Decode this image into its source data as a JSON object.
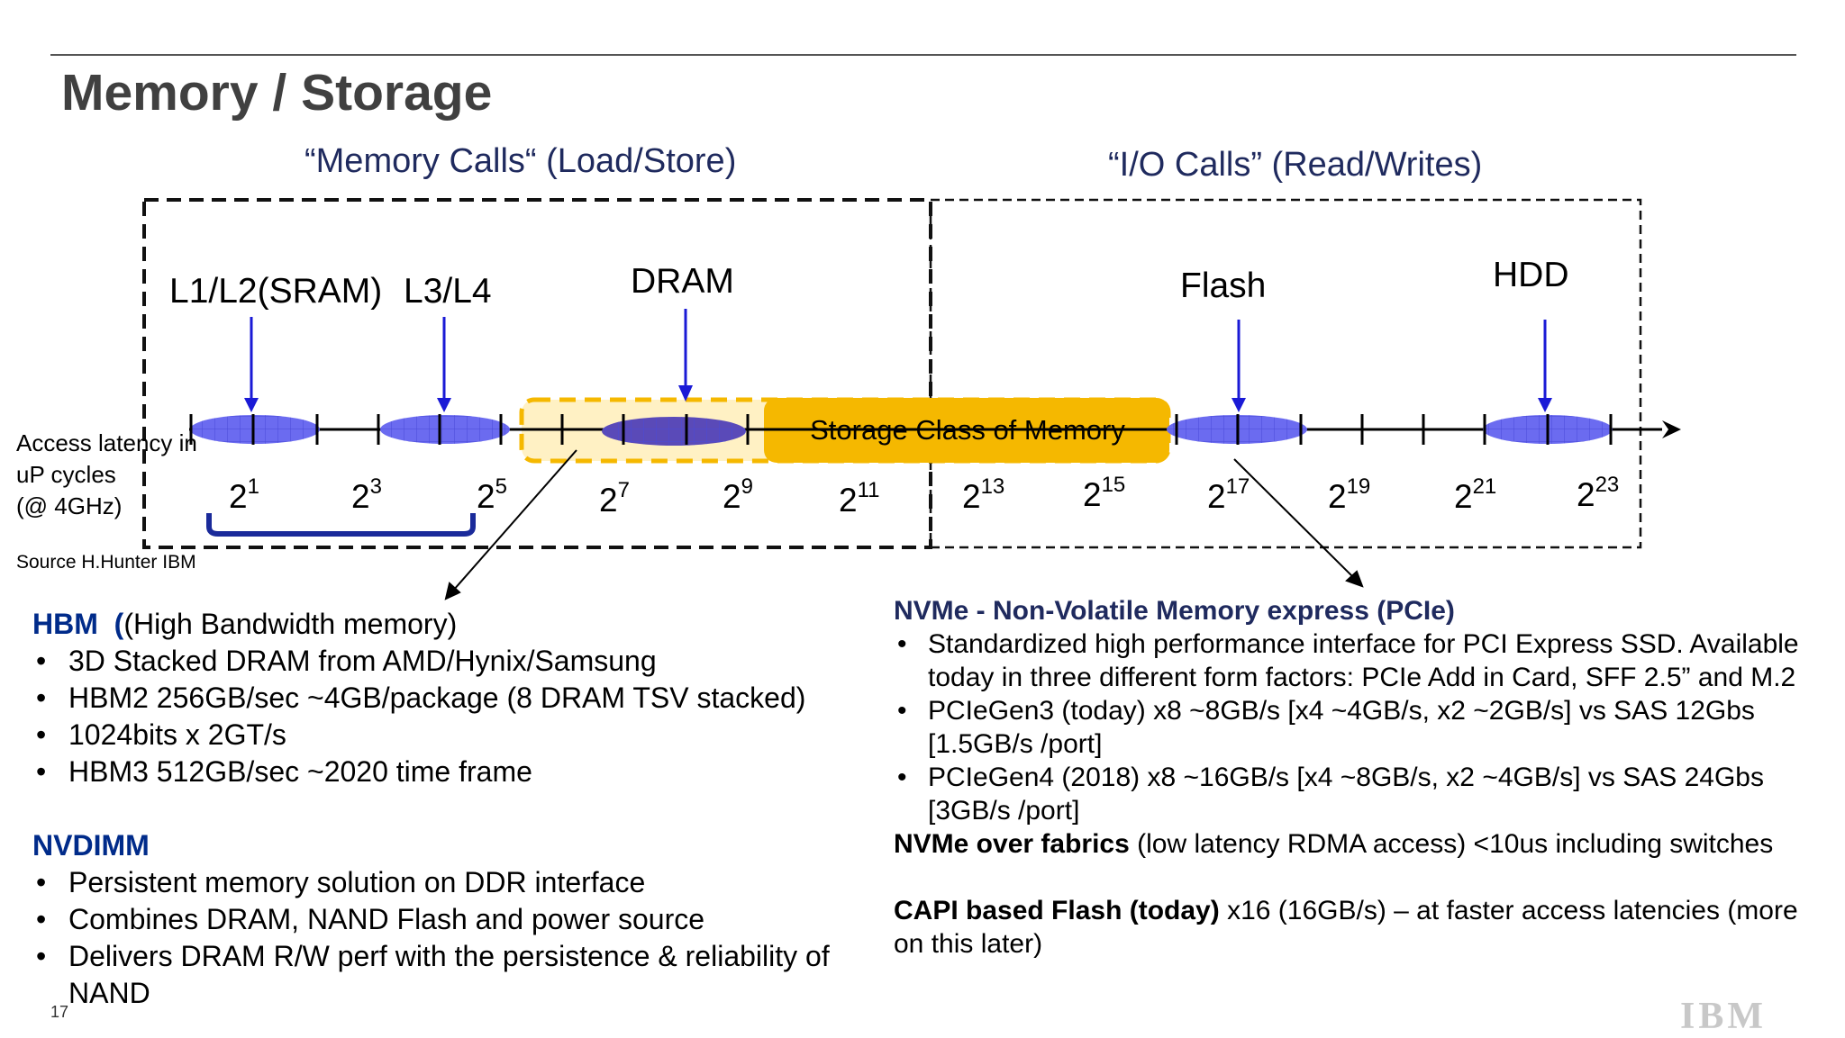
{
  "title": "Memory / Storage",
  "headers": {
    "memory_calls": "“Memory Calls“ (Load/Store)",
    "io_calls": "“I/O Calls” (Read/Writes)"
  },
  "labels": {
    "sram": "L1/L2(SRAM)",
    "l3l4": "L3/L4",
    "dram": "DRAM",
    "flash": "Flash",
    "hdd": "HDD"
  },
  "storage_class_label": "Storage Class  of Memory",
  "access_latency": [
    "Access latency  in",
    "uP cycles",
    "(@ 4GHz)"
  ],
  "source": "Source H.Hunter IBM",
  "ticks": [
    {
      "base": "2",
      "exp": "1"
    },
    {
      "base": "2",
      "exp": "3"
    },
    {
      "base": "2",
      "exp": "5"
    },
    {
      "base": "2",
      "exp": "7"
    },
    {
      "base": "2",
      "exp": "9"
    },
    {
      "base": "2",
      "exp": "11"
    },
    {
      "base": "2",
      "exp": "13"
    },
    {
      "base": "2",
      "exp": "15"
    },
    {
      "base": "2",
      "exp": "17"
    },
    {
      "base": "2",
      "exp": "19"
    },
    {
      "base": "2",
      "exp": "21"
    },
    {
      "base": "2",
      "exp": "23"
    }
  ],
  "hbm": {
    "heading": "HBM",
    "heading_rest": "(High Bandwidth memory)",
    "open_paren": "(",
    "items": [
      "3D Stacked DRAM from AMD/Hynix/Samsung",
      "HBM2 256GB/sec ~4GB/package (8 DRAM TSV stacked)",
      "1024bits x 2GT/s",
      "HBM3 512GB/sec ~2020 time frame"
    ]
  },
  "nvdimm": {
    "heading": "NVDIMM",
    "items": [
      "Persistent memory solution on DDR interface",
      "Combines DRAM, NAND Flash and power source",
      "Delivers DRAM R/W perf with the persistence & reliability of NAND"
    ]
  },
  "nvme": {
    "heading": "NVMe -  Non-Volatile Memory express (PCIe)",
    "items": [
      "Standardized high performance interface for PCI Express SSD. Available today in three different form factors:  PCIe Add in Card, SFF 2.5” and M.2",
      "PCIeGen3 (today) x8 ~8GB/s  [x4 ~4GB/s, x2 ~2GB/s] vs SAS 12Gbs [1.5GB/s /port]",
      "PCIeGen4 (2018) x8 ~16GB/s [x4 ~8GB/s, x2 ~4GB/s] vs SAS 24Gbs [3GB/s /port]"
    ],
    "fabrics_bold": "NVMe over fabrics",
    "fabrics_rest": " (low latency RDMA access) <10us including switches",
    "capi_bold": "CAPI based Flash (today)",
    "capi_rest": " x16 (16GB/s) – at faster access latencies (more on this later)"
  },
  "page_number": "17",
  "logo": "IBM",
  "colors": {
    "title": "#404040",
    "header": "#1f2a5e",
    "ellipse": "#6b6bf0",
    "arrow": "#1a1ad6",
    "storage_class": "#f5b800",
    "bracket": "#1a2a9a",
    "heading_blue": "#002b8a"
  }
}
